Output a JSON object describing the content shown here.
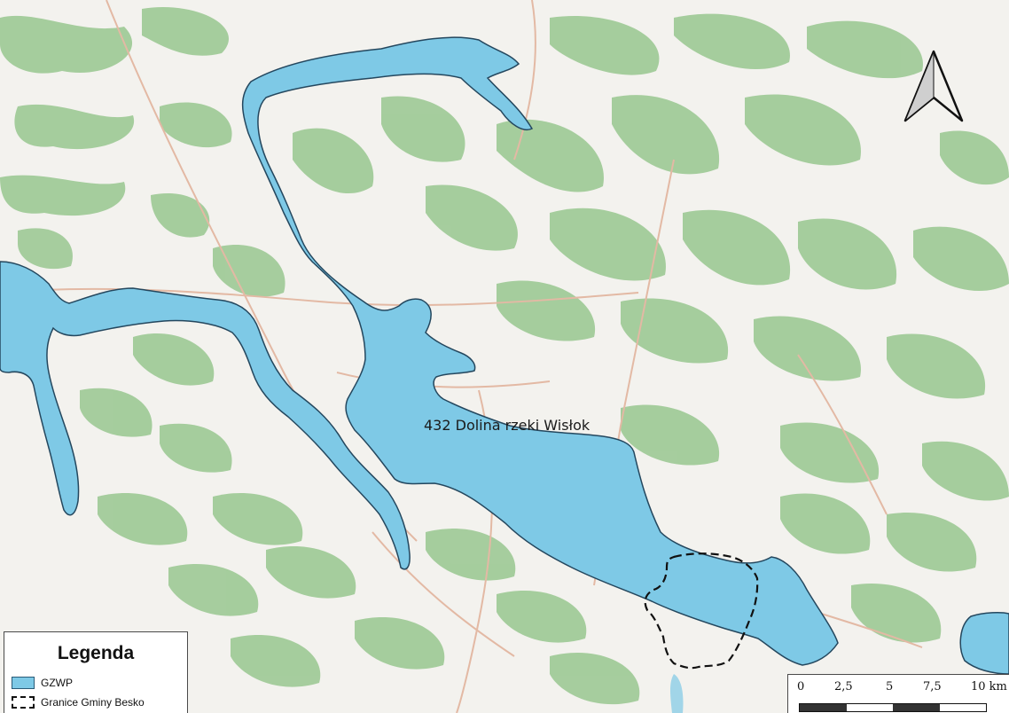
{
  "map": {
    "aquifer_label": "432 Dolina rzeki Wisłok",
    "colors": {
      "background": "#f3f2ee",
      "forest": "#98c78f",
      "aquifer_fill": "#7ec9e6",
      "aquifer_outline": "#24475e",
      "boundary_line": "#111111",
      "road": "#e3b9a4"
    },
    "north_arrow_icon": "north-arrow-icon"
  },
  "legend": {
    "title": "Legenda",
    "items": [
      {
        "label": "GZWP",
        "swatch": "light-blue-fill"
      },
      {
        "label": "Granice Gminy Besko",
        "swatch": "dashed-outline"
      }
    ]
  },
  "scale_bar": {
    "labels": [
      "0",
      "2,5",
      "5",
      "7,5",
      "10 km"
    ]
  }
}
